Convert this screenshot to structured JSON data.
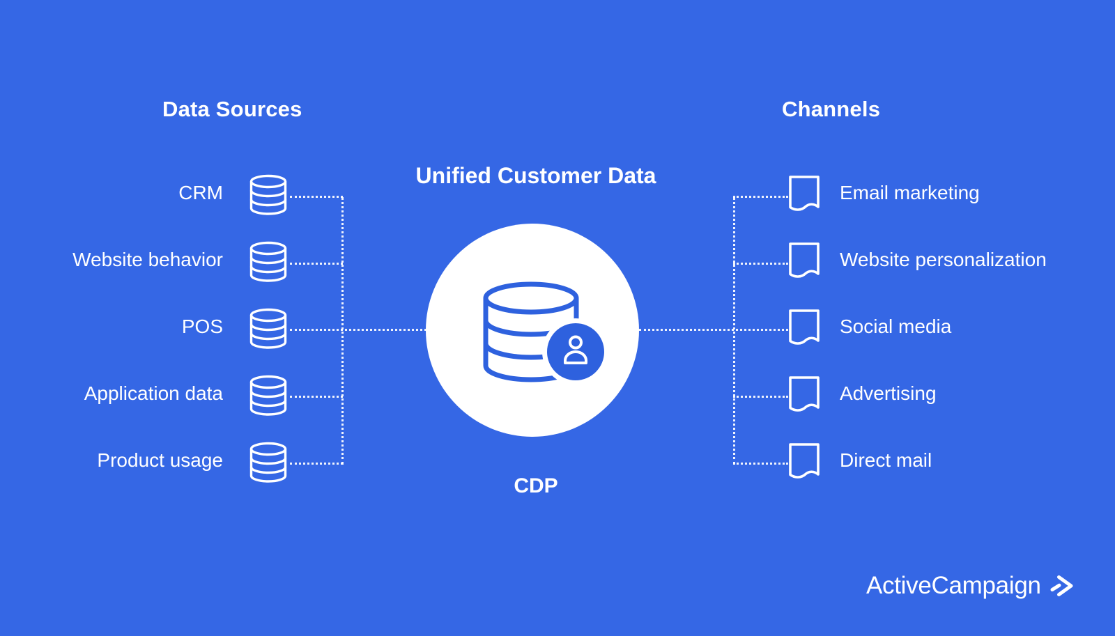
{
  "colors": {
    "background": "#3567e5",
    "accent": "#2e61de",
    "text": "#ffffff"
  },
  "left_column": {
    "heading": "Data Sources",
    "items": [
      {
        "label": "CRM",
        "icon": "database-icon"
      },
      {
        "label": "Website behavior",
        "icon": "database-icon"
      },
      {
        "label": "POS",
        "icon": "database-icon"
      },
      {
        "label": "Application data",
        "icon": "database-icon"
      },
      {
        "label": "Product usage",
        "icon": "database-icon"
      }
    ]
  },
  "center": {
    "heading": "Unified Customer Data",
    "caption": "CDP",
    "icon": "database-user-icon"
  },
  "right_column": {
    "heading": "Channels",
    "items": [
      {
        "label": "Email marketing",
        "icon": "page-icon"
      },
      {
        "label": "Website personalization",
        "icon": "page-icon"
      },
      {
        "label": "Social media",
        "icon": "page-icon"
      },
      {
        "label": "Advertising",
        "icon": "page-icon"
      },
      {
        "label": "Direct mail",
        "icon": "page-icon"
      }
    ]
  },
  "footer": {
    "brand": "ActiveCampaign",
    "brand_mark": "chevron-right"
  }
}
